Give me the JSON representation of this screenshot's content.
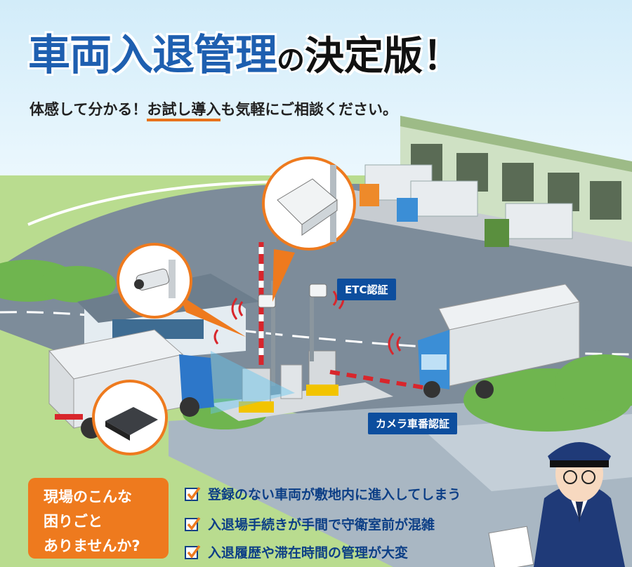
{
  "headline": {
    "main": "車両入退管理",
    "connector": "の",
    "tail": "決定版！"
  },
  "subheadline": {
    "before": "体感して分かる！",
    "emphasis": "お試し導入",
    "after": "も気軽にご相談ください。"
  },
  "labels": {
    "etc": "ETC認証",
    "camera": "カメラ車番認証"
  },
  "problems": {
    "title_lines": [
      "現場のこんな",
      "困りごと",
      "ありませんか?"
    ],
    "items": [
      "登録のない車両が敷地内に進入してしまう",
      "入退場手続きが手間で守衛室前が混雑",
      "入退履歴や滞在時間の管理が大変"
    ]
  },
  "colors": {
    "brand_blue": "#1e5fb0",
    "label_navy": "#0d4e9e",
    "accent_orange": "#ee7a1e",
    "issue_text": "#0d3f86"
  },
  "icons": [
    "camera-icon",
    "antenna-icon",
    "etc-reader-icon",
    "truck-icon",
    "guard-icon",
    "check-icon"
  ]
}
